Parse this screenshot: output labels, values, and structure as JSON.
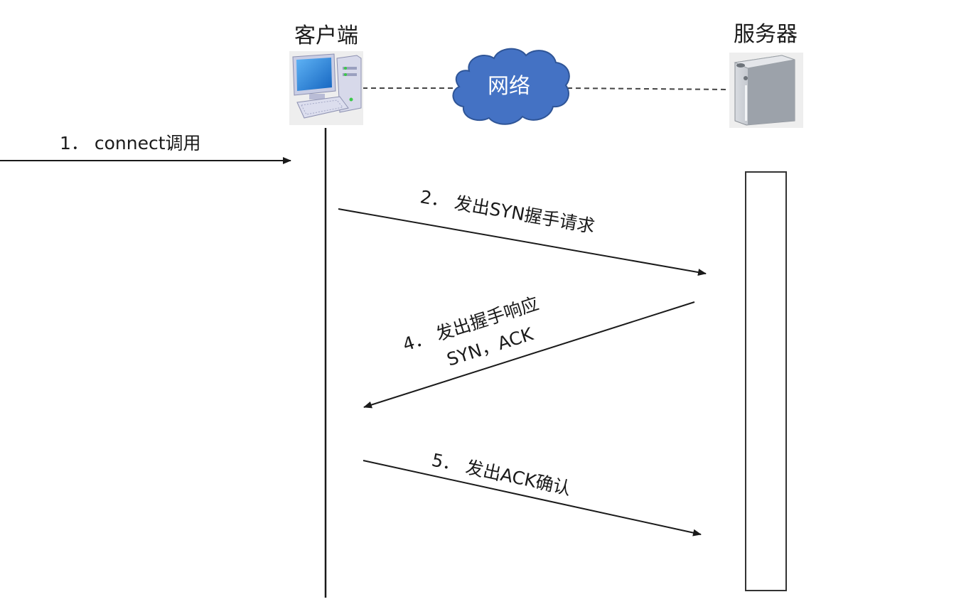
{
  "diagram": {
    "type": "sequence",
    "colors": {
      "cloud": "#4472c4",
      "cloud_stroke": "#2f5597",
      "line": "#1a1a1a",
      "screen": "#2f86e0"
    },
    "client": {
      "title": "客户端",
      "icon": "desktop-computer-icon"
    },
    "network": {
      "label": "网络",
      "icon": "cloud-icon"
    },
    "server": {
      "title": "服务器",
      "icon": "server-tower-icon"
    },
    "steps": [
      {
        "id": 1,
        "label": "1．  connect调用",
        "from": "external",
        "to": "client"
      },
      {
        "id": 2,
        "label": "2．  发出SYN握手请求",
        "from": "client",
        "to": "server"
      },
      {
        "id": 4,
        "label": "4．  发出握手响应",
        "label2": "SYN，ACK",
        "from": "server",
        "to": "client"
      },
      {
        "id": 5,
        "label": "5．  发出ACK确认",
        "from": "client",
        "to": "server"
      }
    ]
  }
}
